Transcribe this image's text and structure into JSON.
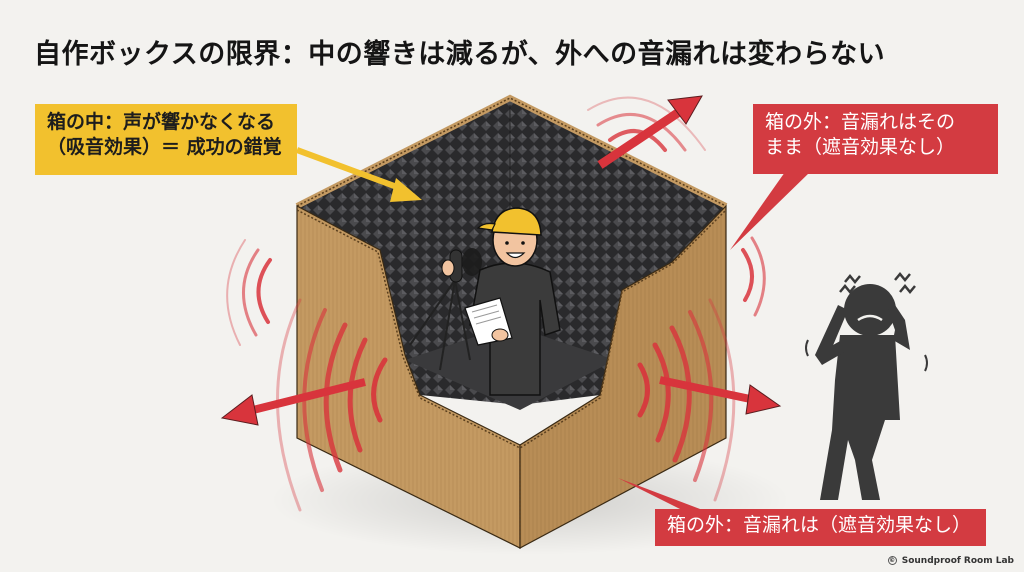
{
  "title": "自作ボックスの限界：中の響きは減るが、外への音漏れは変わらない",
  "callouts": {
    "inside": {
      "line1": "箱の中：声が響かなくなる",
      "line2": "（吸音効果）＝ 成功の錯覚",
      "color": "#f2c12e"
    },
    "outside_top": {
      "line1": "箱の外：音漏れはその",
      "line2": "まま（遮音効果なし）",
      "color": "#d33b41"
    },
    "outside_bottom": {
      "text": "箱の外：音漏れは（遮音効果なし）",
      "color": "#d33b41"
    }
  },
  "illustration": {
    "box_material": "cardboard",
    "lining": "acoustic-foam",
    "figure_inside": "singer-with-microphone",
    "figure_outside": "annoyed-neighbor",
    "colors": {
      "cardboard": "#c49a62",
      "foam": "#2e2e30",
      "sound_wave": "#d8343c",
      "cap": "#f2c12e",
      "neighbor": "#3a3a3a"
    }
  },
  "credit": {
    "symbol": "©",
    "text": "Soundproof Room Lab"
  }
}
